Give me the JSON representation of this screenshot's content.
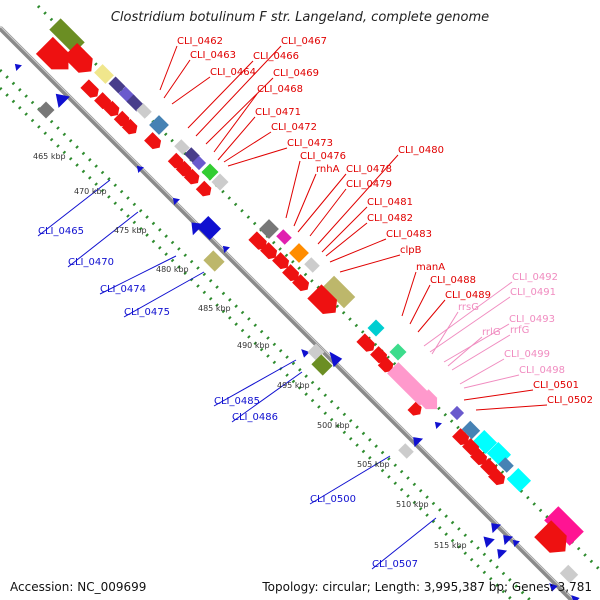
{
  "title": "Clostridium botulinum F str. Langeland, complete genome",
  "footer": {
    "accession": "Accession: NC_009699",
    "summary": "Topology: circular; Length: 3,995,387 bp; Genes: 3,781"
  },
  "colors": {
    "backbone": "#8a8a8a",
    "tick_dots": "#2e8b2e",
    "forward_label": "#e00000",
    "reverse_label": "#1010d0",
    "rna_label": "#f08cc0",
    "scale_label": "#333333"
  },
  "scale_ticks": [
    "465 kbp",
    "470 kbp",
    "475 kbp",
    "480 kbp",
    "485 kbp",
    "490 kbp",
    "495 kbp",
    "500 kbp",
    "505 kbp",
    "510 kbp",
    "515 kbp"
  ],
  "forward_genes": [
    "CLI_0462",
    "CLI_0463",
    "CLI_0464",
    "CLI_0466",
    "CLI_0467",
    "CLI_0469",
    "CLI_0468",
    "CLI_0471",
    "CLI_0472",
    "CLI_0473",
    "CLI_0476",
    "rnhA",
    "CLI_0478",
    "CLI_0479",
    "CLI_0480",
    "CLI_0481",
    "CLI_0482",
    "CLI_0483",
    "clpB",
    "manA",
    "CLI_0488",
    "CLI_0489",
    "CLI_0501",
    "CLI_0502"
  ],
  "reverse_genes": [
    "CLI_0465",
    "CLI_0470",
    "CLI_0474",
    "CLI_0475",
    "CLI_0485",
    "CLI_0486",
    "CLI_0500",
    "CLI_0507"
  ],
  "rna_genes": [
    "CLI_0492",
    "CLI_0491",
    "rrsG",
    "CLI_0493",
    "rrlG",
    "rrfG",
    "CLI_0499",
    "CLI_0498"
  ]
}
